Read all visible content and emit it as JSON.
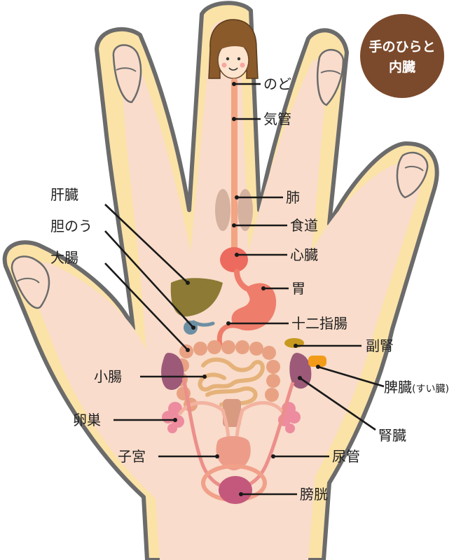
{
  "badge": {
    "line1": "手のひらと",
    "line2": "内臓",
    "color": "#7b4a2c"
  },
  "labels": {
    "nodo": "のど",
    "kikan": "気管",
    "hai": "肺",
    "shokudo": "食道",
    "shinzo": "心臓",
    "i": "胃",
    "juunishicho": "十二指腸",
    "kanzo": "肝臓",
    "tannou": "胆のう",
    "daicho": "大腸",
    "shocho": "小腸",
    "fukujin": "副腎",
    "suizo": "脾臓",
    "suizo_note": "(すい臓)",
    "jinzo": "腎臓",
    "ransou": "卵巣",
    "nyokan": "尿管",
    "shikyu": "子宮",
    "boukou": "膀胱"
  },
  "colors": {
    "hand_outline": "#6b6b6b",
    "hand_outer": "#fbe2a7",
    "palm": "#f9dccb",
    "esophagus": "#f3a483",
    "lung": "#d5b1a0",
    "heart": "#ec6a5e",
    "stomach": "#ef7d6c",
    "liver": "#8c7a35",
    "gallbladder": "#6d8fa3",
    "intestine": "#e8a283",
    "small_intestine": "#e5b27a",
    "kidney": "#9c5a78",
    "adrenal": "#c79a1f",
    "pancreas": "#f29b18",
    "ovary": "#ed8c9e",
    "uterus": "#ee9c8a",
    "bladder": "#c4587c"
  }
}
